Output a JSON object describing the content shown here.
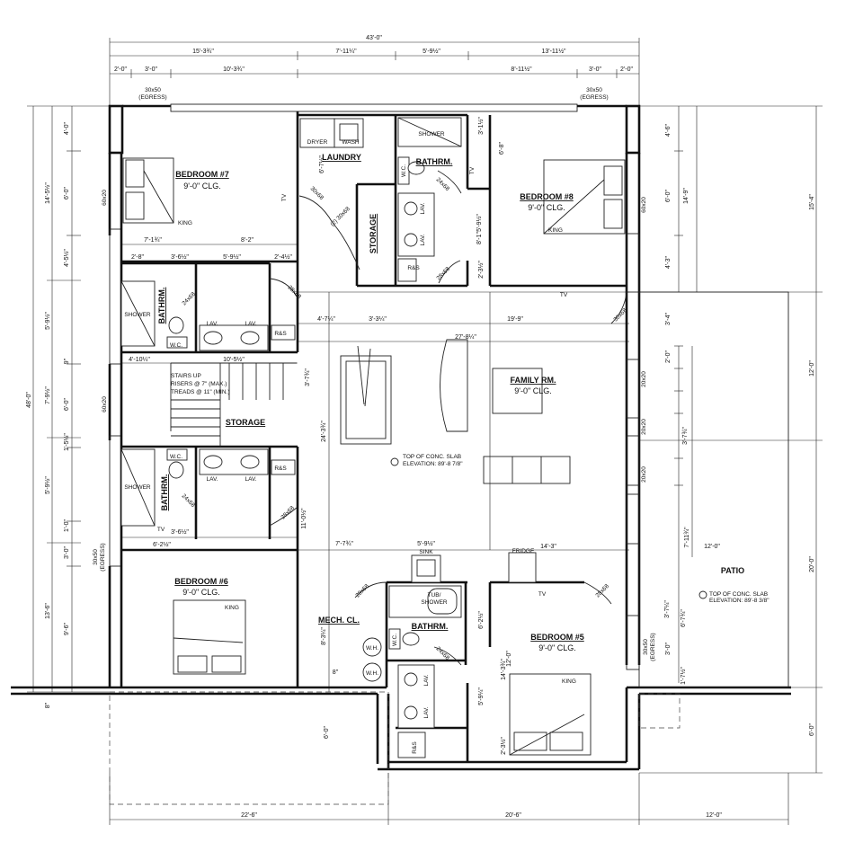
{
  "rooms": {
    "bed7": {
      "name": "BEDROOM #7",
      "clg": "9'-0\" CLG.",
      "bed": "KING"
    },
    "bed8": {
      "name": "BEDROOM #8",
      "clg": "9'-0\" CLG.",
      "bed": "KING"
    },
    "bed6": {
      "name": "BEDROOM #6",
      "clg": "9'-0\" CLG.",
      "bed": "KING"
    },
    "bed5": {
      "name": "BEDROOM #5",
      "clg": "9'-0\" CLG.",
      "bed": "KING"
    },
    "family": {
      "name": "FAMILY RM.",
      "clg": "9'-0\" CLG."
    },
    "laundry": "LAUNDRY",
    "storage_top": "STORAGE",
    "storage_mid": "STORAGE",
    "mech": "MECH. CL.",
    "patio": "PATIO",
    "bath": "BATHRM."
  },
  "labels": {
    "dryer": "DRYER",
    "wash": "WASH",
    "shower": "SHOWER",
    "wc": "W.C.",
    "lav": "LAV.",
    "rs": "R&S",
    "tv": "TV",
    "fridge": "FRIDGE",
    "sink": "SINK",
    "tub": "TUB/",
    "tub2": "SHOWER",
    "wh": "W.H.",
    "egress": "30x50",
    "egress2": "(EGRESS)",
    "win60": "60x20",
    "win20": "20x20",
    "door28": "28x68",
    "door30": "30x68",
    "door24": "24x68",
    "door2_30": "(2) 30x68",
    "stairs1": "STAIRS UP",
    "stairs2": "RISERS @ 7\" (MAX.)",
    "stairs3": "TREADS @ 11\" (MIN.)",
    "slab1": "TOP OF CONC. SLAB",
    "slab1b": "ELEVATION: 89'-8 7/8\"",
    "slab2": "TOP OF CONC. SLAB",
    "slab2b": "ELEVATION: 89'-8 3/8\""
  },
  "dims": {
    "overall": "43'-0\"",
    "top_a": "15'-3¾\"",
    "top_b": "7'-11¼\"",
    "top_c": "5'-9½\"",
    "top_d": "13'-11½\"",
    "t1": "2'-0\"",
    "t2": "3'-0\"",
    "t3": "10'-3¾\"",
    "t4": "8'-11½\"",
    "t5": "3'-0\"",
    "t6": "2'-0\"",
    "l1": "4'-0\"",
    "l2": "6'-0\"",
    "l3": "4'-5½\"",
    "l4": "14'-5½\"",
    "l5": "5'-9½\"",
    "l6": "9\"",
    "l7": "7'-9½\"",
    "l8": "6'-0\"",
    "l9": "1'-5½\"",
    "l10": "5'-9½\"",
    "l11": "1'-0\"",
    "l12": "3'-0\"",
    "l13": "13'-6\"",
    "l14": "9'-6\"",
    "l15": "48'-0\"",
    "l16": "8\"",
    "r1": "4'-6\"",
    "r2": "6'-0\"",
    "r3": "4'-3\"",
    "r4": "14'-9\"",
    "r5": "15'-4\"",
    "r6": "3'-4\"",
    "r7": "12'-0\"",
    "r8": "20'-0\"",
    "r9": "6'-0\"",
    "r10": "2'-0\"",
    "b1": "22'-6\"",
    "b2": "20'-6\"",
    "b3": "12'-0\"",
    "i1": "7'-1¾\"",
    "i2": "8'-2\"",
    "i3": "3'-6½\"",
    "i4": "5'-9½\"",
    "i5": "2'-4½\"",
    "i6": "2'-8\"",
    "i7": "4'-7¼\"",
    "i8": "3'-3¼\"",
    "i9": "19'-9\"",
    "i10": "27'-8¼\"",
    "i11": "4'-10¼\"",
    "i12": "10'-5½\"",
    "i13": "24'-3¾\"",
    "i14": "7'-7¾\"",
    "i15": "5'-9½\"",
    "i16": "14'-3\"",
    "i17": "12'-0\"",
    "i18": "7'-11¾\"",
    "i19": "6'-2½\"",
    "i20": "11'-0½\"",
    "i21": "3'-7¼\"",
    "i22": "8'-3¼\"",
    "i23": "8'-1\"",
    "i24": "6'-8\"",
    "i25": "5'-9½\"",
    "i26": "3'-1½\"",
    "i27": "6'-7½\"",
    "i28": "3'-6½\"",
    "i29": "2'-3½\"",
    "i30": "6'-2½\"",
    "i31": "5'-9¼\"",
    "i32": "14'-3¾\"",
    "i33": "12'-0\"",
    "i34": "2'-3½\"",
    "i35": "8\"",
    "i36": "6'-0\"",
    "i37": "3'-7¾\"",
    "i38": "6'-7¾\"",
    "i39": "1'-7½\"",
    "i40": "3'-0\"",
    "i41": "3'-7¾\""
  }
}
